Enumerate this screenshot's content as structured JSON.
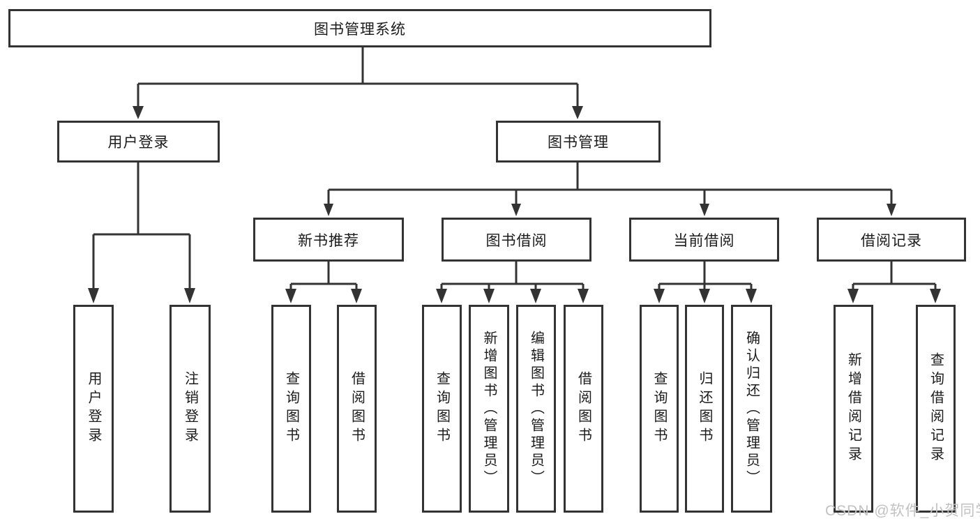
{
  "diagram": {
    "type": "hierarchy-diagram",
    "title": "图书管理系统",
    "nodes": {
      "root": "图书管理系统",
      "user_login": "用户登录",
      "book_mgmt": "图书管理",
      "login": "用户登录",
      "logout": "注销登录",
      "new_book_rec": "新书推荐",
      "book_borrow": "图书借阅",
      "current_borrow": "当前借阅",
      "borrow_record": "借阅记录",
      "nbr_query": "查询图书",
      "nbr_borrow": "借阅图书",
      "bb_query": "查询图书",
      "bb_add": "新增图书（管理员）",
      "bb_edit": "编辑图书（管理员）",
      "bb_borrow": "借阅图书",
      "cb_query": "查询图书",
      "cb_return": "归还图书",
      "cb_confirm": "确认归还（管理员）",
      "br_add": "新增借阅记录",
      "br_query": "查询借阅记录"
    },
    "edges": [
      [
        "root",
        "user_login"
      ],
      [
        "root",
        "book_mgmt"
      ],
      [
        "user_login",
        "login"
      ],
      [
        "user_login",
        "logout"
      ],
      [
        "book_mgmt",
        "new_book_rec"
      ],
      [
        "book_mgmt",
        "book_borrow"
      ],
      [
        "book_mgmt",
        "current_borrow"
      ],
      [
        "book_mgmt",
        "borrow_record"
      ],
      [
        "new_book_rec",
        "nbr_query"
      ],
      [
        "new_book_rec",
        "nbr_borrow"
      ],
      [
        "book_borrow",
        "bb_query"
      ],
      [
        "book_borrow",
        "bb_add"
      ],
      [
        "book_borrow",
        "bb_edit"
      ],
      [
        "book_borrow",
        "bb_borrow"
      ],
      [
        "current_borrow",
        "cb_query"
      ],
      [
        "current_borrow",
        "cb_return"
      ],
      [
        "current_borrow",
        "cb_confirm"
      ],
      [
        "borrow_record",
        "br_add"
      ],
      [
        "borrow_record",
        "br_query"
      ]
    ],
    "colors": {
      "line": "#333333",
      "box_border": "#333333",
      "box_fill": "#ffffff",
      "text": "#1b1b1b",
      "watermark": "#c2c2c2"
    },
    "watermark": "CSDN @软件_小贺同学"
  }
}
